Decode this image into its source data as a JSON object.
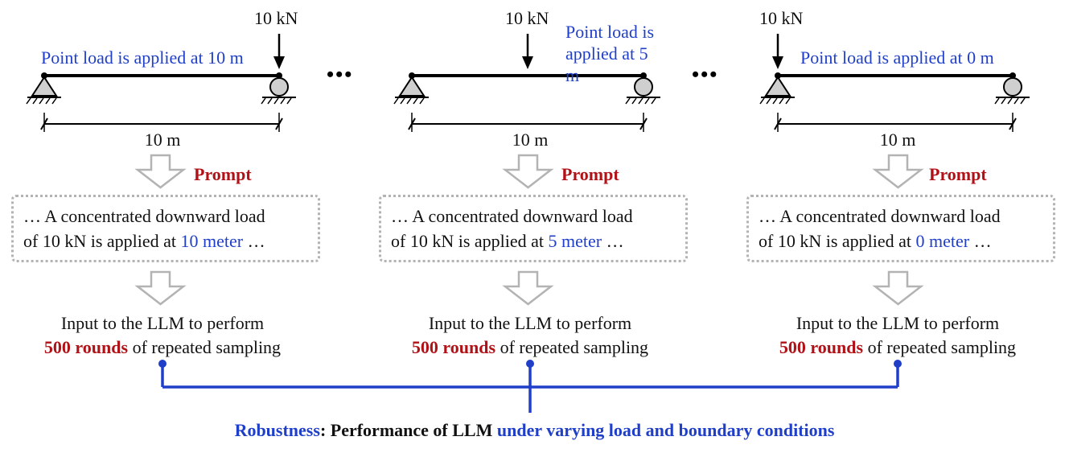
{
  "columns": [
    {
      "force_label": "10 kN",
      "load_note": "Point load is applied at 10 m",
      "span_label": "10 m",
      "prompt_label": "Prompt",
      "prompt_line1": "… A concentrated downward load",
      "prompt_line2_pre": "of 10 kN is applied at ",
      "prompt_line2_hl": "10 meter",
      "prompt_line2_post": " …",
      "input_line1": "Input to the LLM to perform",
      "input_rounds": "500 rounds",
      "input_rest": " of repeated sampling"
    },
    {
      "force_label": "10 kN",
      "load_note": "Point load is applied at 5 m",
      "span_label": "10 m",
      "prompt_label": "Prompt",
      "prompt_line1": "… A concentrated downward load",
      "prompt_line2_pre": "of 10 kN is applied at ",
      "prompt_line2_hl": "5 meter",
      "prompt_line2_post": " …",
      "input_line1": "Input to the LLM to perform",
      "input_rounds": "500 rounds",
      "input_rest": " of repeated sampling"
    },
    {
      "force_label": "10 kN",
      "load_note": "Point load is applied at 0 m",
      "span_label": "10 m",
      "prompt_label": "Prompt",
      "prompt_line1": "… A concentrated downward load",
      "prompt_line2_pre": "of 10 kN is applied at ",
      "prompt_line2_hl": "0 meter",
      "prompt_line2_post": " …",
      "input_line1": "Input to the LLM to perform",
      "input_rounds": "500 rounds",
      "input_rest": " of repeated sampling"
    }
  ],
  "ellipsis": [
    "•••",
    "•••"
  ],
  "conclusion": {
    "term": "Robustness",
    "sep": ": ",
    "mid": "Performance of LLM ",
    "tail": "under varying load and boundary conditions"
  },
  "colors": {
    "note_blue": "#1f3fc9",
    "emphasis_red": "#b01217",
    "connector_blue": "#1f3fc9",
    "arrow_gray": "#b3b3b3",
    "support_gray": "#cfcfcf"
  }
}
